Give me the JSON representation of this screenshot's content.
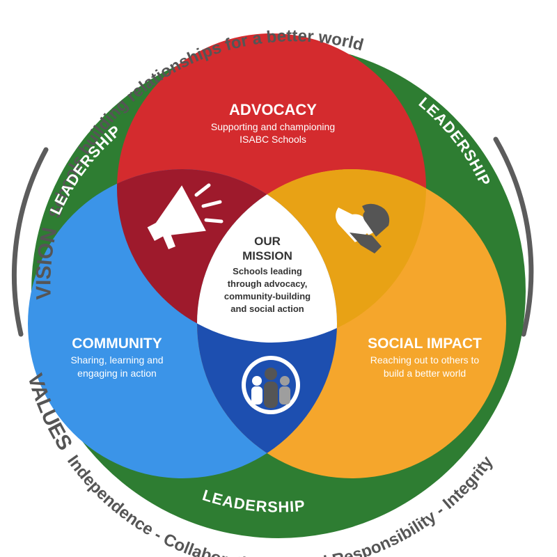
{
  "vision": {
    "keyword": "VISION",
    "statement": "Schools building relationships for a better world"
  },
  "values": {
    "keyword": "VALUES",
    "statement": "Independence - Collaboration - Social Responsibility - Integrity"
  },
  "leadership": {
    "label": "LEADERSHIP"
  },
  "advocacy": {
    "title": "ADVOCACY",
    "line1": "Supporting and championing",
    "line2": "ISABC Schools"
  },
  "community": {
    "title": "COMMUNITY",
    "line1": "Sharing, learning and",
    "line2": "engaging in action"
  },
  "social_impact": {
    "title": "SOCIAL IMPACT",
    "line1": "Reaching out to others to",
    "line2": "build a better world"
  },
  "mission": {
    "title_line1": "OUR",
    "title_line2": "MISSION",
    "line1": "Schools leading",
    "line2": "through advocacy,",
    "line3": "community-building",
    "line4": "and social action"
  },
  "icons": {
    "advocacy_overlap": "megaphone-icon",
    "social_overlap": "handshake-icon",
    "community_overlap": "people-group-icon"
  },
  "colors": {
    "outer_ring": "#2e7d32",
    "advocacy": "#d42b2e",
    "community": "#3b94e8",
    "social_impact": "#f5a62c",
    "advocacy_community_overlap": "#9e1a2c",
    "advocacy_social_overlap": "#e8a215",
    "community_social_overlap": "#1d4fb0",
    "mission_center": "#ffffff",
    "arc_text": "#555555"
  }
}
